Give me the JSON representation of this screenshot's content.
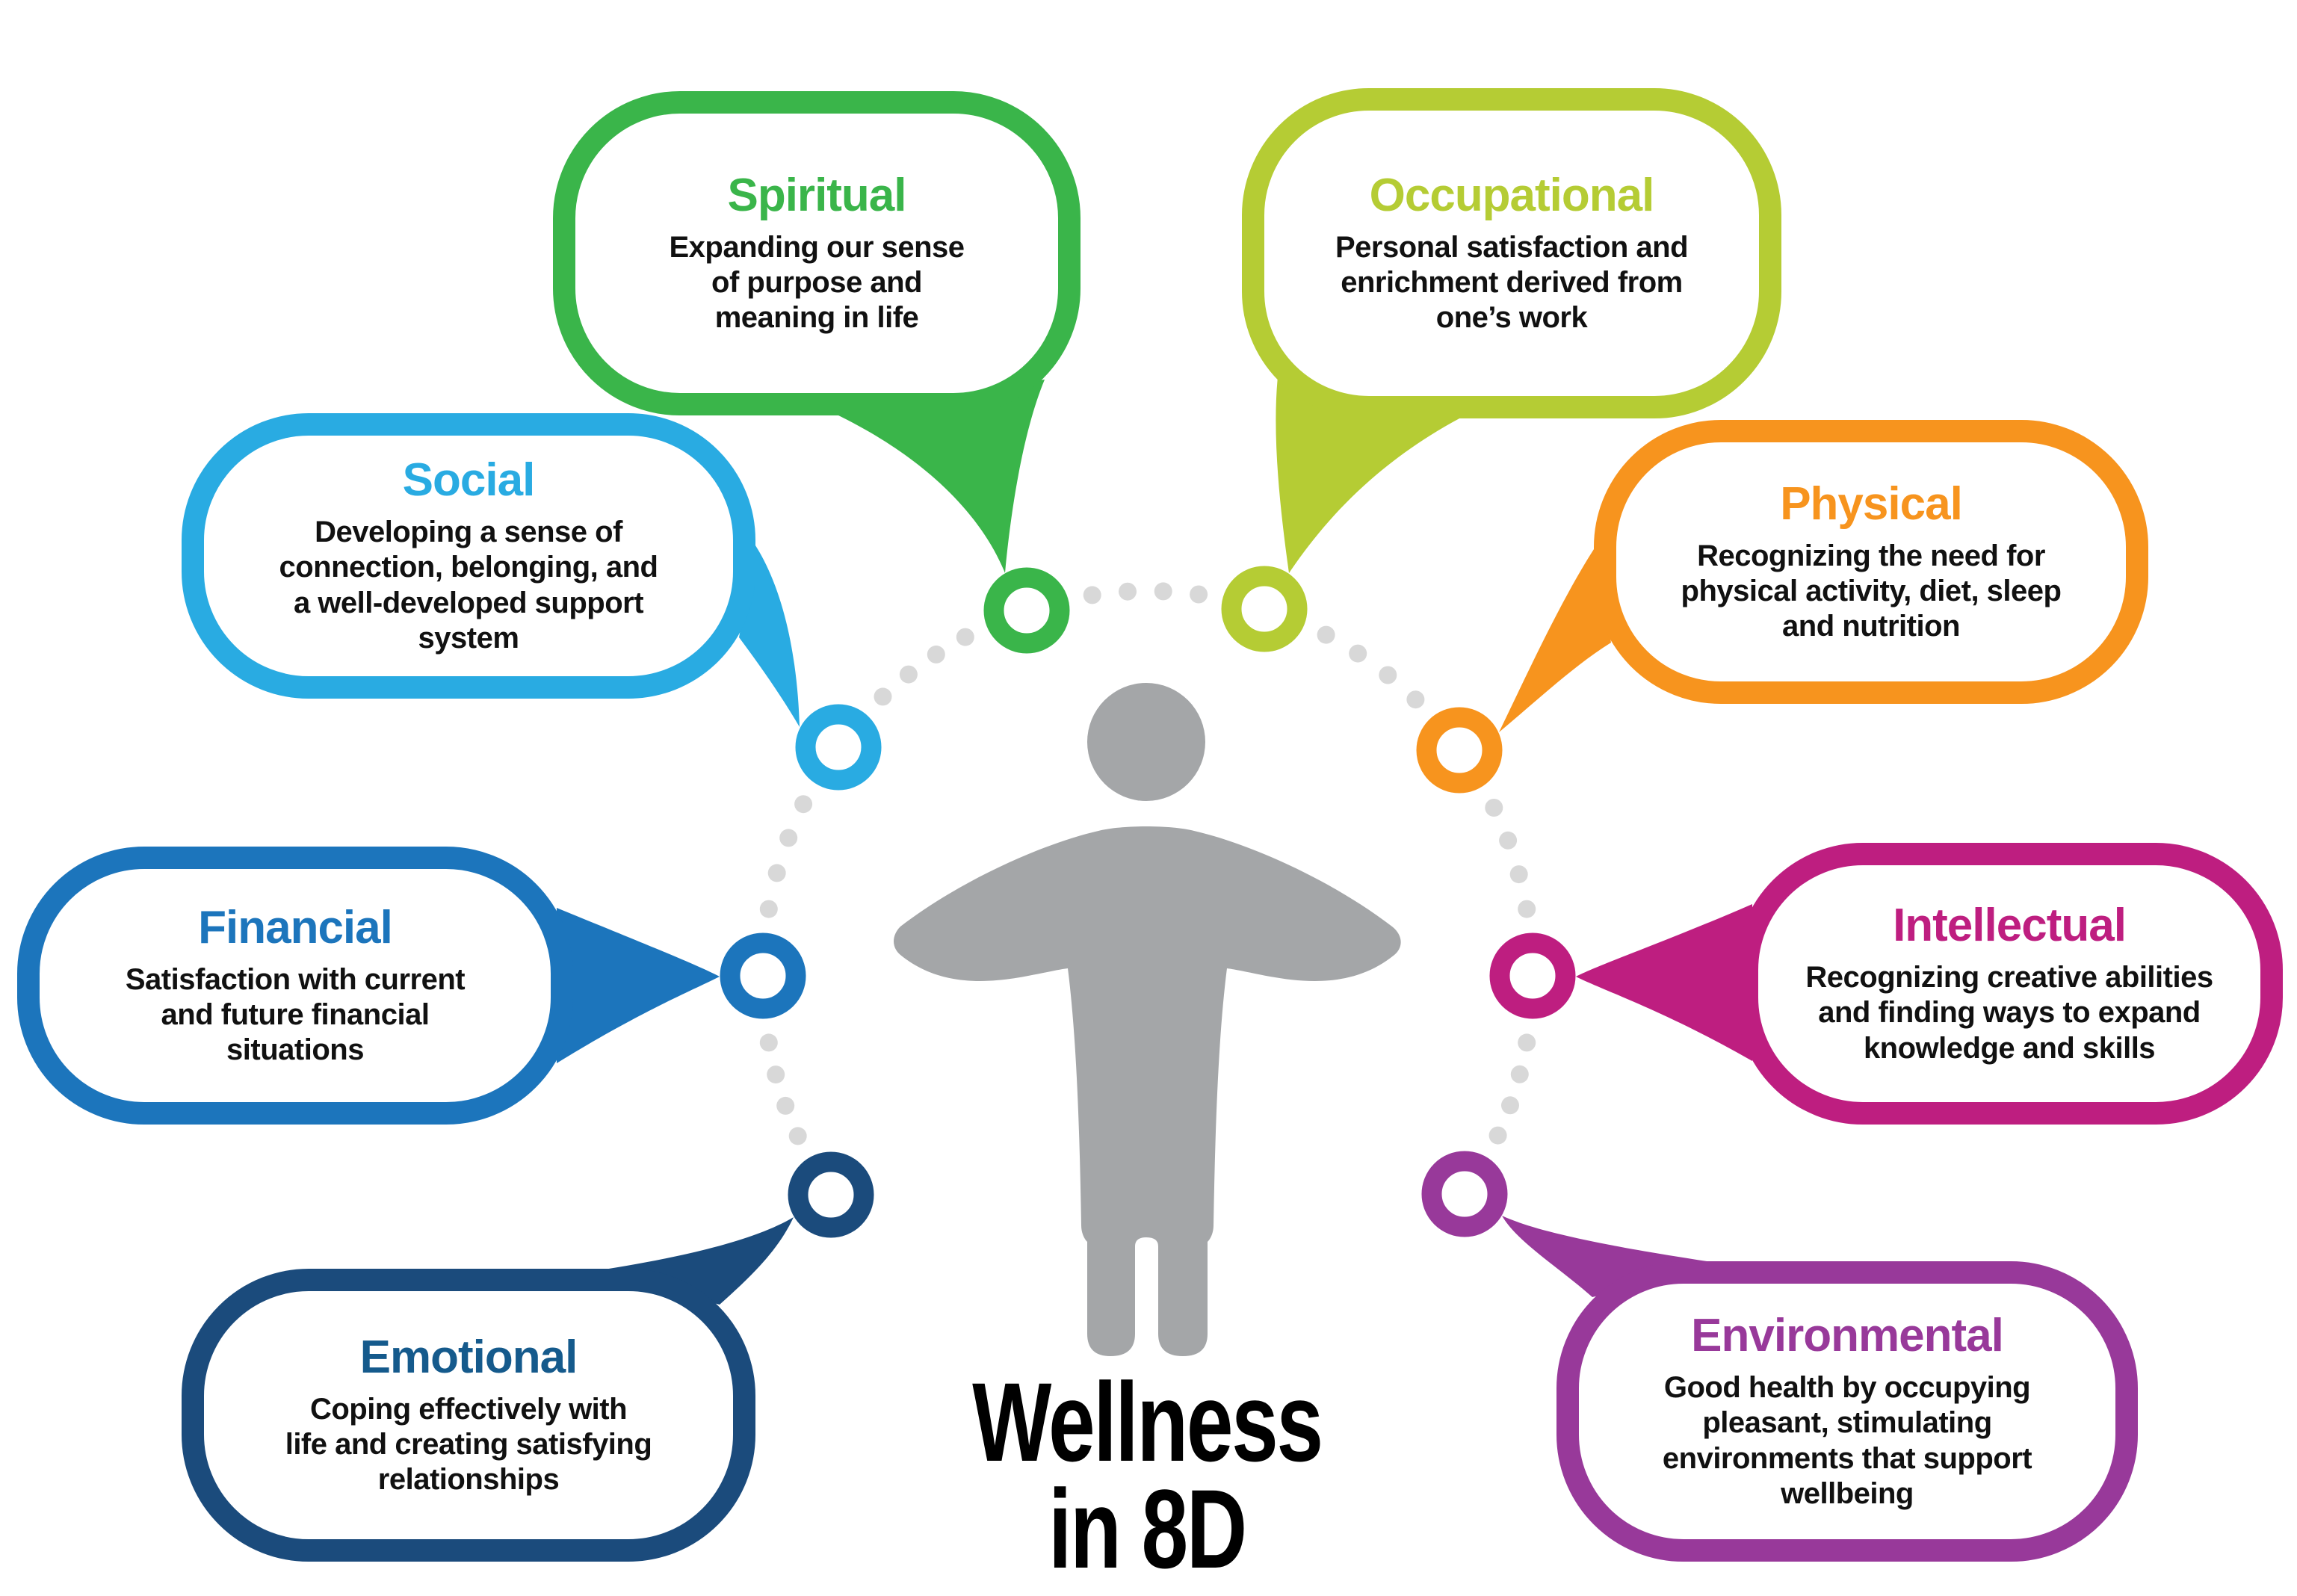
{
  "infographic": {
    "title": "Wellness\nin 8D",
    "center_figure": "person-silhouette",
    "colors": {
      "figure": "#A4A6A8",
      "dots": "#D8D8D8",
      "title_text": "#000000",
      "background": "#FFFFFF"
    },
    "bubbles": {
      "spiritual": {
        "label": "Spiritual",
        "description": "Expanding our sense\nof purpose and\nmeaning in life",
        "color": "#3AB54A",
        "title_color": "#3AB54A"
      },
      "occupational": {
        "label": "Occupational",
        "description": "Personal satisfaction and\nenrichment derived from\none’s work",
        "color": "#B5CC34",
        "title_color": "#B5CC34"
      },
      "social": {
        "label": "Social",
        "description": "Developing a sense of\nconnection, belonging, and\na well-developed support\nsystem",
        "color": "#29ABE2",
        "title_color": "#29ABE2"
      },
      "physical": {
        "label": "Physical",
        "description": "Recognizing the need for\nphysical activity, diet, sleep\nand nutrition",
        "color": "#F7941E",
        "title_color": "#F7941E"
      },
      "financial": {
        "label": "Financial",
        "description": "Satisfaction with current\nand future financial\nsituations",
        "color": "#1C75BC",
        "title_color": "#1C75BC"
      },
      "intellectual": {
        "label": "Intellectual",
        "description": "Recognizing creative abilities\nand finding ways to expand\nknowledge and skills",
        "color": "#BE1E80",
        "title_color": "#BE1E80"
      },
      "emotional": {
        "label": "Emotional",
        "description": "Coping effectively with\nlife and creating satisfying\nrelationships",
        "color": "#1B4B7C",
        "title_color": "#155A8C"
      },
      "environmental": {
        "label": "Environmental",
        "description": "Good health by occupying\npleasant, stimulating\nenvironments that support\nwellbeing",
        "color": "#98399A",
        "title_color": "#98399A"
      }
    }
  }
}
